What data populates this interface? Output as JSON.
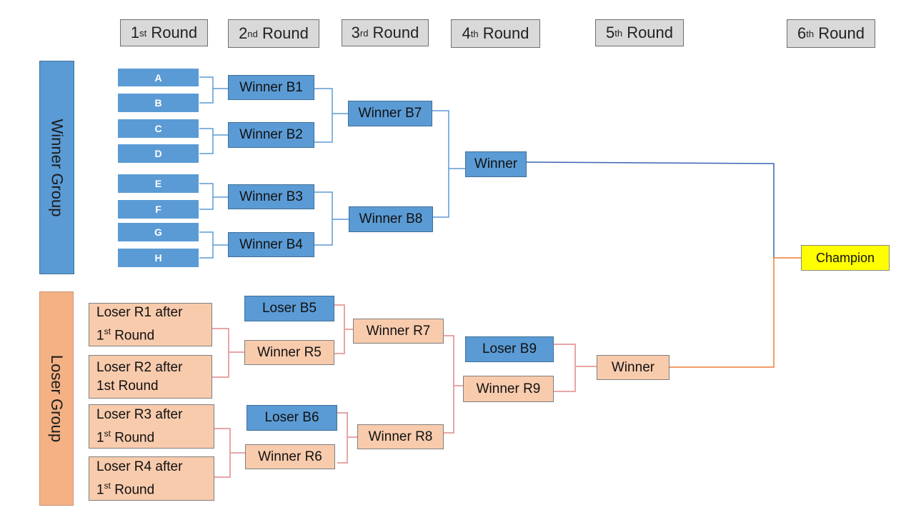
{
  "rounds": [
    "1",
    "2",
    "3",
    "4",
    "5",
    "6"
  ],
  "round_suffixes": [
    "st",
    "nd",
    "rd",
    "th",
    "th",
    "th"
  ],
  "round_word": "Round",
  "groups": {
    "winner": "Winner Group",
    "loser": "Loser Group"
  },
  "teams": [
    "A",
    "B",
    "C",
    "D",
    "E",
    "F",
    "G",
    "H"
  ],
  "winner_bracket": {
    "round2": [
      "Winner B1",
      "Winner B2",
      "Winner B3",
      "Winner B4"
    ],
    "round3": [
      "Winner B7",
      "Winner B8"
    ],
    "round4": "Winner"
  },
  "loser_bracket": {
    "sources": [
      {
        "line1": "Loser R1 after",
        "num": "1",
        "sup": "st",
        "rest": " Round"
      },
      {
        "line1": "Loser R2 after",
        "num": "1st Round",
        "sup": "",
        "rest": ""
      },
      {
        "line1": "Loser R3 after",
        "num": "1",
        "sup": "st",
        "rest": " Round"
      },
      {
        "line1": "Loser R4 after",
        "num": "1",
        "sup": "st",
        "rest": " Round"
      }
    ],
    "loser_b5": "Loser B5",
    "winner_r5": "Winner R5",
    "loser_b6": "Loser B6",
    "winner_r6": "Winner R6",
    "winner_r7": "Winner R7",
    "winner_r8": "Winner R8",
    "loser_b9": "Loser B9",
    "winner_r9": "Winner R9",
    "final": "Winner"
  },
  "champion": "Champion",
  "colors": {
    "winner_fill": "#5b9bd5",
    "loser_fill": "#f8cbad",
    "champion_fill": "#ffff00",
    "header_fill": "#d9d9d9"
  }
}
